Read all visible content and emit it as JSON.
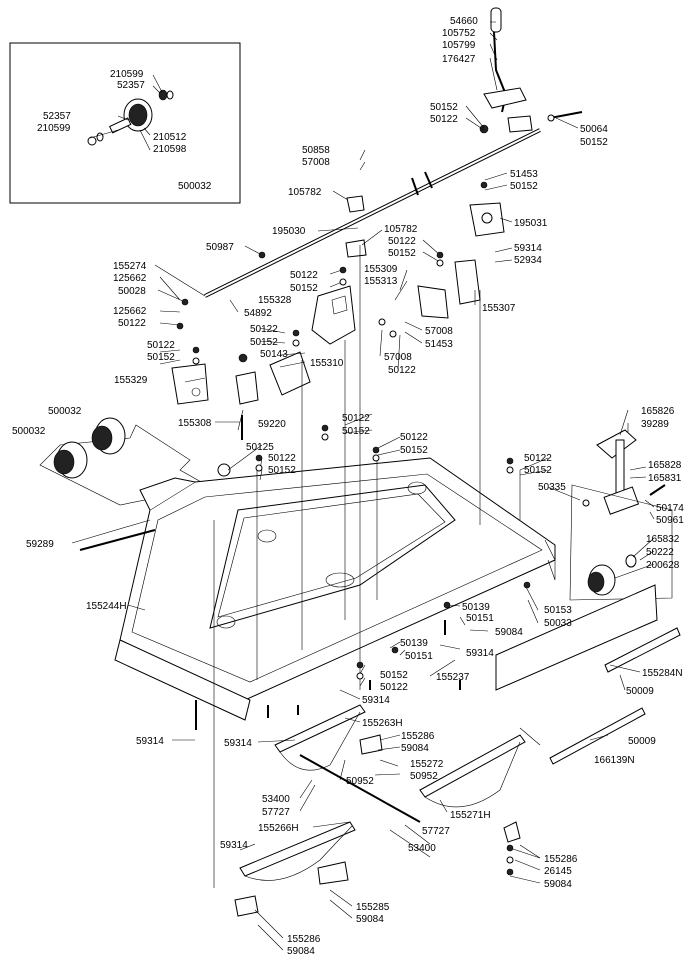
{
  "inset": {
    "labels": [
      "210599",
      "52357",
      "52357",
      "210599",
      "210512",
      "210598",
      "500032"
    ]
  },
  "labels": {
    "l54660": "54660",
    "l105752": "105752",
    "l105799": "105799",
    "l176427": "176427",
    "l50152a": "50152",
    "l50122a": "50122",
    "l50064": "50064",
    "l50152b": "50152",
    "l50858": "50858",
    "l57008a": "57008",
    "l105782a": "105782",
    "l51453a": "51453",
    "l50152c": "50152",
    "l195031": "195031",
    "l195030": "195030",
    "l105782b": "105782",
    "l50122b": "50122",
    "l50152d": "50152",
    "l59314a": "59314",
    "l52934": "52934",
    "l50987": "50987",
    "l155274": "155274",
    "l125662a": "125662",
    "l50028": "50028",
    "l125662b": "125662",
    "l50122c": "50122",
    "l50122d": "50122",
    "l50152e": "50152",
    "l155309": "155309",
    "l155313": "155313",
    "l155328": "155328",
    "l54892": "54892",
    "l155307": "155307",
    "l57008b": "57008",
    "l51453b": "51453",
    "l57008c": "57008",
    "l50122e": "50122",
    "l50122f": "50122",
    "l50152f": "50152",
    "l50143": "50143",
    "l155310": "155310",
    "l50122g": "50122",
    "l50152g": "50152",
    "l155329": "155329",
    "l155308": "155308",
    "l59220": "59220",
    "l500032a": "500032",
    "l500032b": "500032",
    "l50125": "50125",
    "l50122h": "50122",
    "l50152h": "50152",
    "l50122i": "50122",
    "l50152i": "50152",
    "l50122j": "50122",
    "l50152j": "50152",
    "l50122k": "50122",
    "l50152k": "50152",
    "l165826": "165826",
    "l39289": "39289",
    "l165828": "165828",
    "l165831": "165831",
    "l50335": "50335",
    "l50174": "50174",
    "l50961": "50961",
    "l59289": "59289",
    "l165832": "165832",
    "l50222": "50222",
    "l200628": "200628",
    "l155244H": "155244H",
    "l50153": "50153",
    "l50033": "50033",
    "l50139a": "50139",
    "l50151a": "50151",
    "l59084a": "59084",
    "l59314b": "59314",
    "l50139b": "50139",
    "l50151b": "50151",
    "l155284N": "155284N",
    "l50152l": "50152",
    "l50122l": "50122",
    "l50009a": "50009",
    "l155237": "155237",
    "l59314c": "59314",
    "l155263H": "155263H",
    "l59314d": "59314",
    "l59314e": "59314",
    "l50009b": "50009",
    "l166139N": "166139N",
    "l155286a": "155286",
    "l59084b": "59084",
    "l50952a": "50952",
    "l155272": "155272",
    "l50952b": "50952",
    "l53400a": "53400",
    "l57727a": "57727",
    "l155271H": "155271H",
    "l155266H": "155266H",
    "l57727b": "57727",
    "l59314f": "59314",
    "l53400b": "53400",
    "l155286b": "155286",
    "l26145": "26145",
    "l59084c": "59084",
    "l155285": "155285",
    "l59084d": "59084",
    "l155286c": "155286",
    "l59084e": "59084"
  }
}
